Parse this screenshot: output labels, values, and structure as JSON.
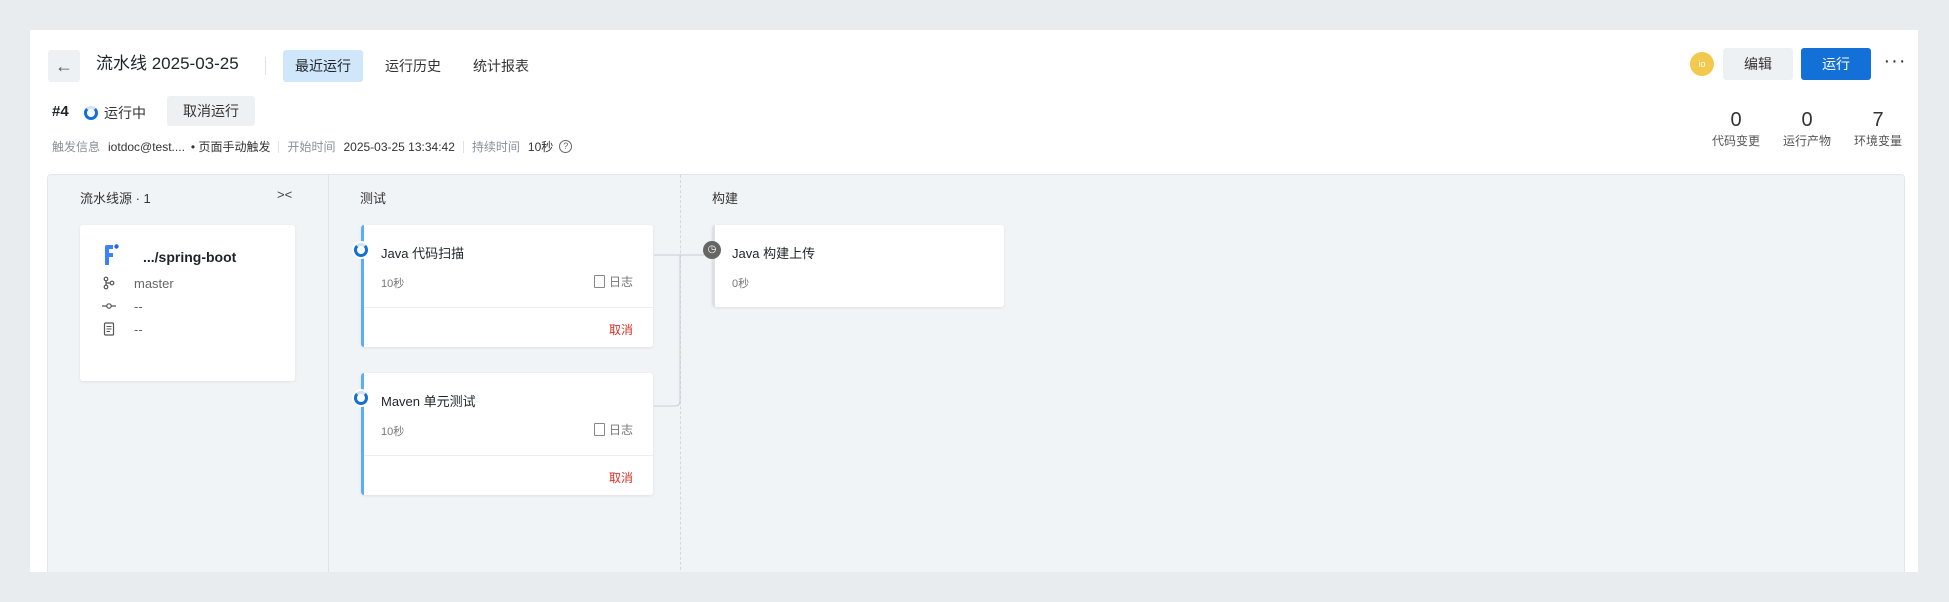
{
  "header": {
    "title": "流水线 2025-03-25",
    "tabs": [
      {
        "label": "最近运行",
        "active": true
      },
      {
        "label": "运行历史",
        "active": false
      },
      {
        "label": "统计报表",
        "active": false
      }
    ],
    "avatar_text": "io",
    "edit_label": "编辑",
    "run_label": "运行",
    "more_label": "···"
  },
  "run": {
    "number": "#4",
    "status": "运行中",
    "cancel_label": "取消运行",
    "meta": {
      "trigger_label": "触发信息",
      "trigger_user": "iotdoc@test....",
      "trigger_mode": "• 页面手动触发",
      "start_label": "开始时间",
      "start_time": "2025-03-25 13:34:42",
      "duration_label": "持续时间",
      "duration": "10秒"
    },
    "stats": [
      {
        "value": "0",
        "label": "代码变更"
      },
      {
        "value": "0",
        "label": "运行产物"
      },
      {
        "value": "7",
        "label": "环境变量"
      }
    ]
  },
  "pipeline": {
    "source_header": "流水线源 · 1",
    "collapse_icon": "><",
    "source": {
      "repo": ".../spring-boot",
      "branch": "master",
      "commit": "--",
      "message": "--"
    },
    "stages": [
      {
        "name": "测试",
        "jobs": [
          {
            "title": "Java 代码扫描",
            "duration": "10秒",
            "log_label": "日志",
            "cancel_label": "取消",
            "status": "running"
          },
          {
            "title": "Maven 单元测试",
            "duration": "10秒",
            "log_label": "日志",
            "cancel_label": "取消",
            "status": "running"
          }
        ]
      },
      {
        "name": "构建",
        "jobs": [
          {
            "title": "Java 构建上传",
            "duration": "0秒",
            "status": "waiting"
          }
        ]
      }
    ]
  },
  "colors": {
    "primary": "#1370d6",
    "active_tab": "#cfe6fb",
    "danger": "#d93026",
    "running_bar": "#5aaef3"
  }
}
